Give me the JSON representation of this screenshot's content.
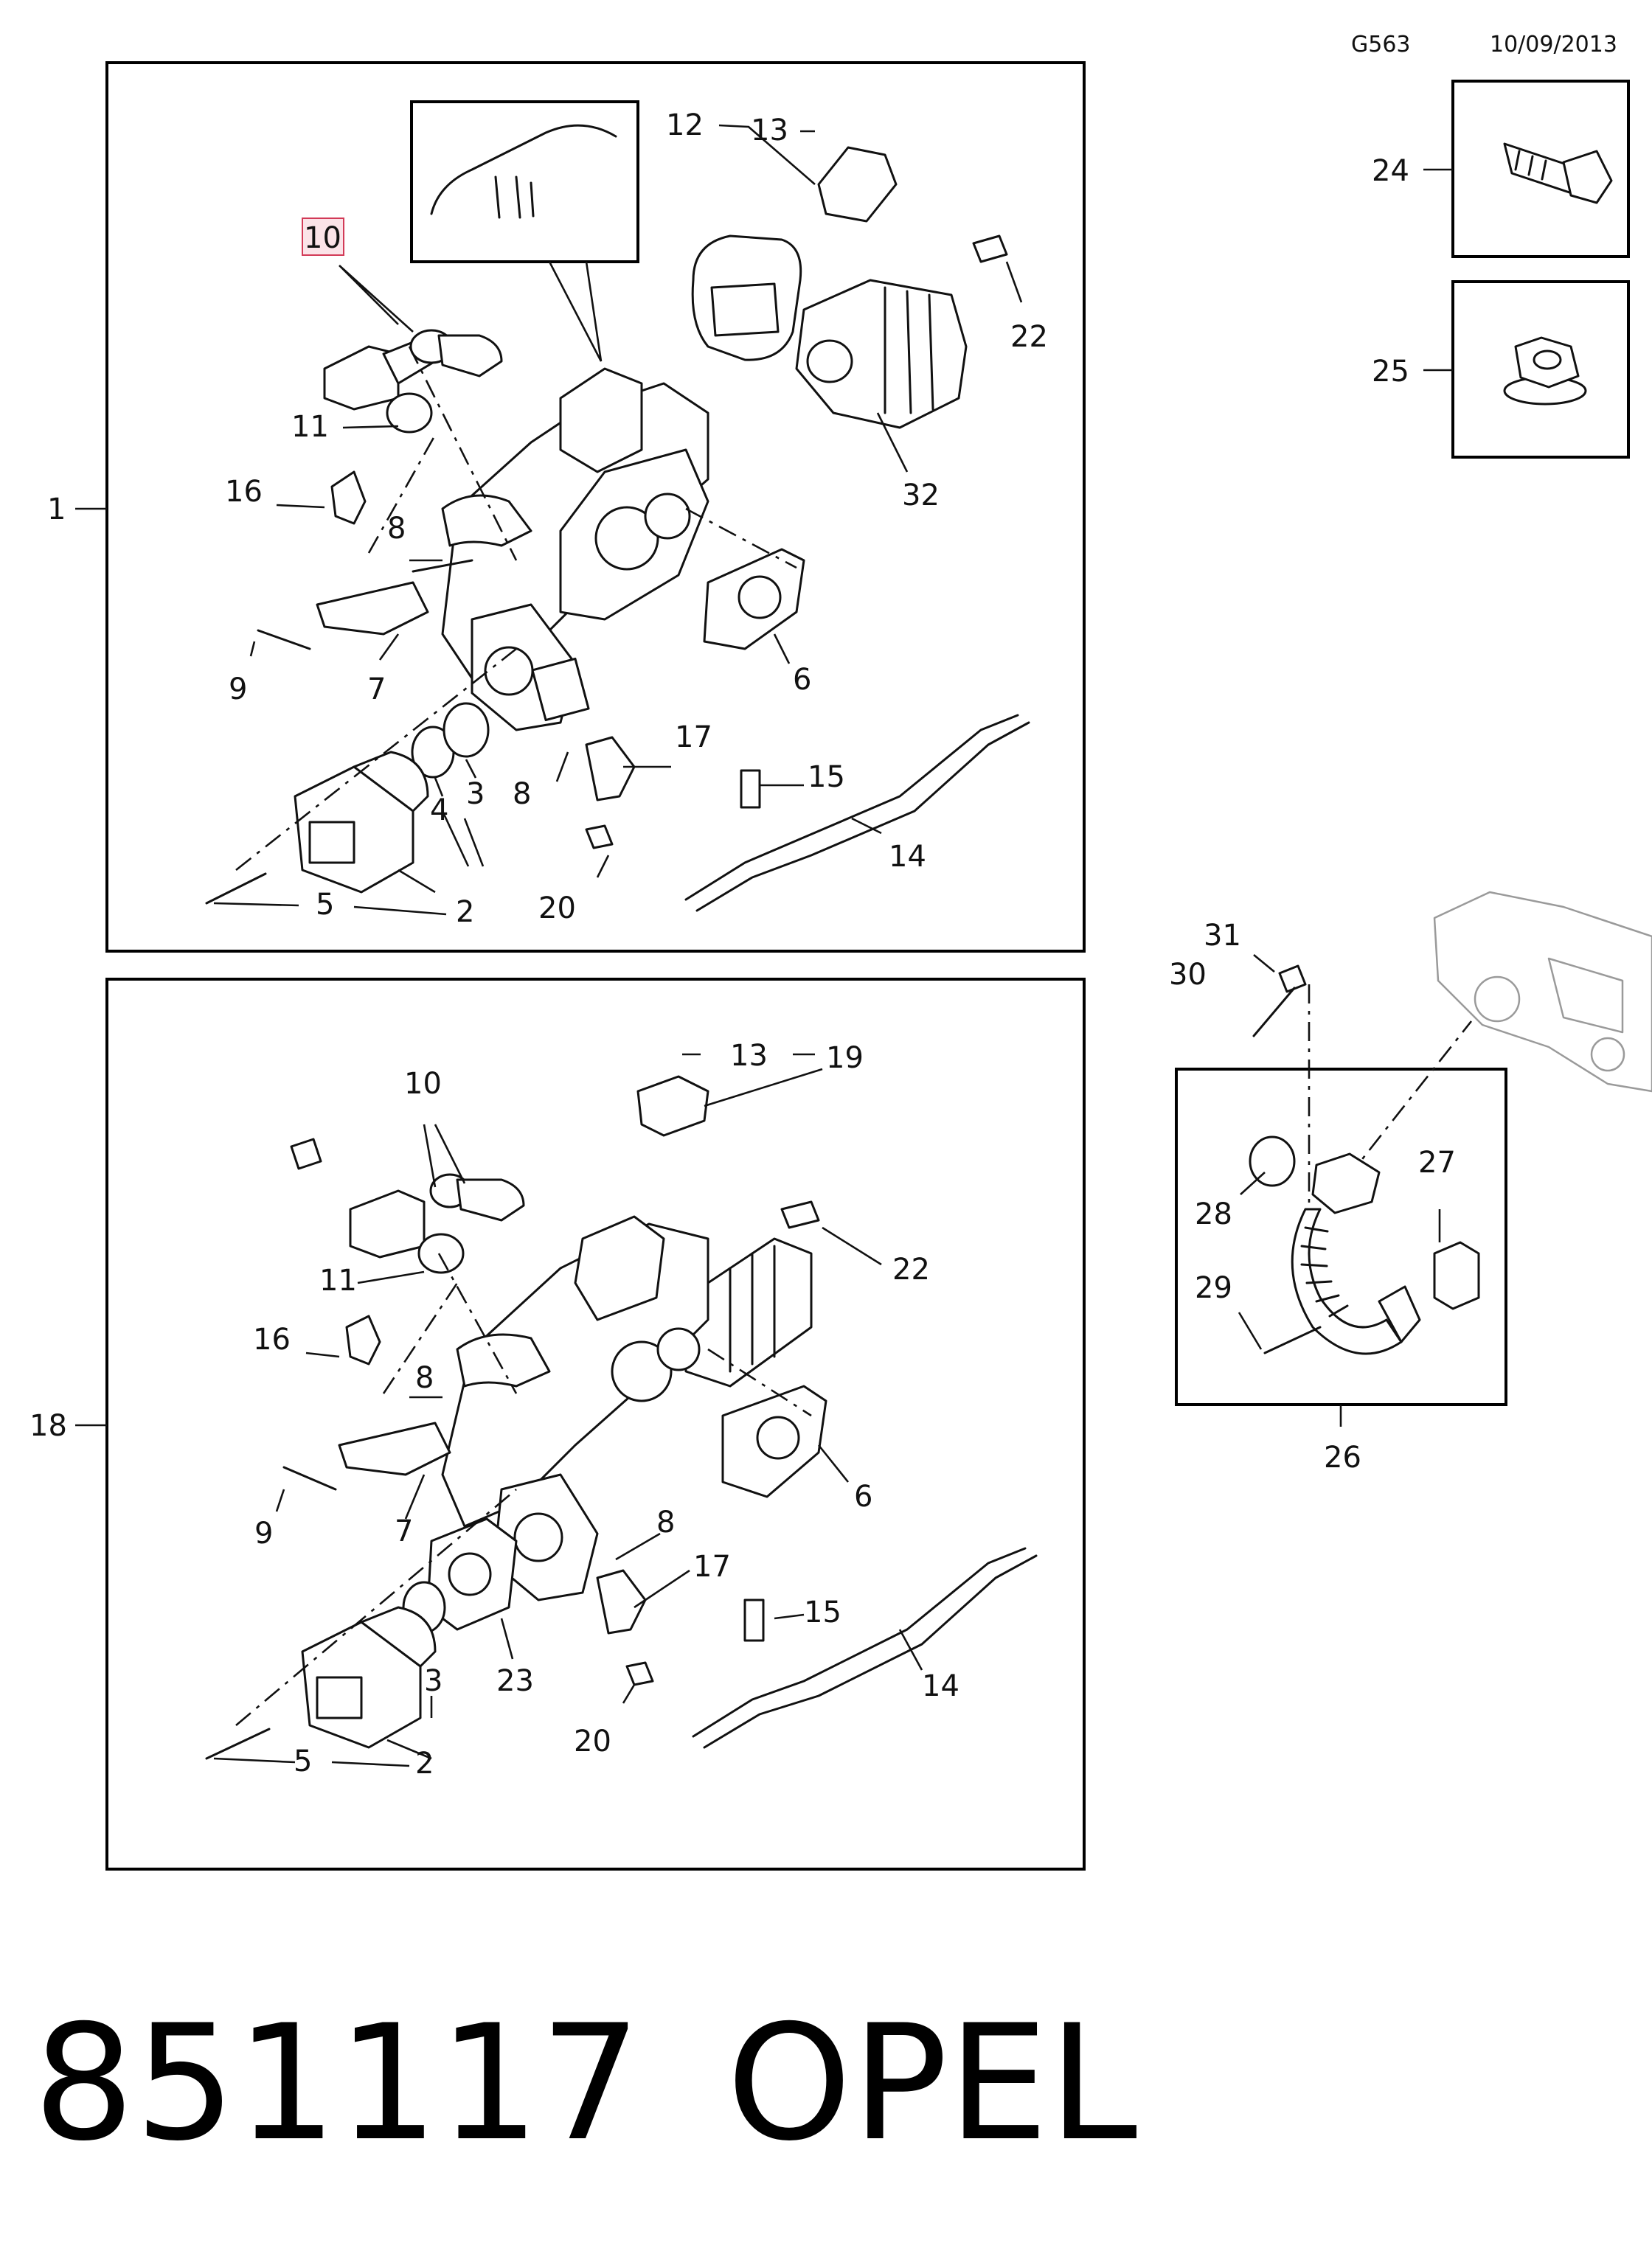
{
  "header": {
    "code": "G563",
    "date": "10/09/2013"
  },
  "footer": {
    "part_number": "851117",
    "brand": "OPEL"
  },
  "colors": {
    "highlight_fill": "#fbe3e8",
    "highlight_stroke": "#d23a57"
  },
  "callouts": {
    "c1": "1",
    "c2": "2",
    "c3": "3",
    "c4": "4",
    "c5": "5",
    "c6": "6",
    "c7": "7",
    "c8": "8",
    "c9": "9",
    "c10": "10",
    "c11": "11",
    "c12": "12",
    "c13": "13",
    "c14": "14",
    "c15": "15",
    "c16": "16",
    "c17": "17",
    "c18": "18",
    "c19": "19",
    "c20": "20",
    "c22": "22",
    "c23": "23",
    "c24": "24",
    "c25": "25",
    "c26": "26",
    "c27": "27",
    "c28": "28",
    "c29": "29",
    "c30": "30",
    "c31": "31",
    "c32": "32"
  },
  "highlighted_callout": "10"
}
